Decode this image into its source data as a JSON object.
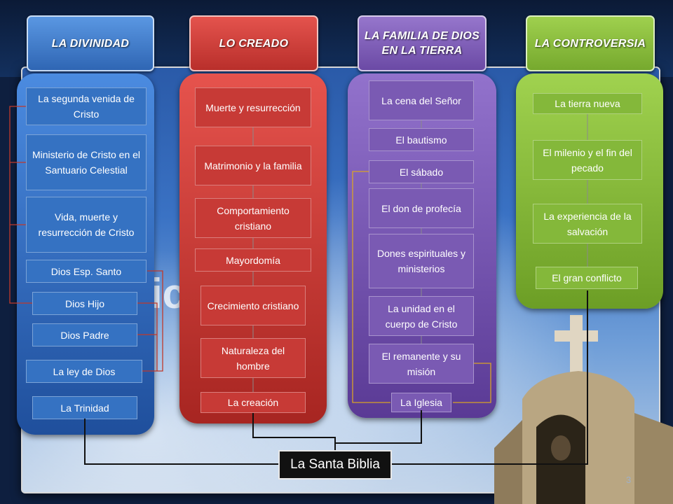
{
  "columns": [
    {
      "header": "LA DIVINIDAD",
      "items": [
        "La segunda venida de Cristo",
        "Ministerio de Cristo en el Santuario Celestial",
        "Vida, muerte y resurrección de Cristo",
        "Dios Esp. Santo",
        "Dios Hijo",
        "Dios Padre",
        "La ley de Dios",
        "La Trinidad"
      ]
    },
    {
      "header": "LO CREADO",
      "items": [
        "Muerte y resurrección",
        "Matrimonio y la familia",
        "Comportamiento cristiano",
        "Mayordomía",
        "Crecimiento cristiano",
        "Naturaleza del hombre",
        "La creación"
      ]
    },
    {
      "header": "LA FAMILIA DE DIOS EN LA TIERRA",
      "items": [
        "La cena del Señor",
        "El bautismo",
        "El sábado",
        "El don de profecía",
        "Dones espirituales y ministerios",
        "La unidad en el cuerpo de Cristo",
        "El remanente y su misión",
        "La Iglesia"
      ]
    },
    {
      "header": "LA CONTROVERSIA",
      "items": [
        "La tierra nueva",
        "El milenio y el fin del pecado",
        "La experiencia de la salvación",
        "El gran conflicto"
      ]
    }
  ],
  "root": "La Santa Biblia",
  "page_number": "3",
  "colors": {
    "divinidad": "#3572c2",
    "creado": "#c73a36",
    "familia": "#7a5ab3",
    "controversia": "#84b83a",
    "connector": "#111111",
    "bracket": "#c0392b"
  }
}
